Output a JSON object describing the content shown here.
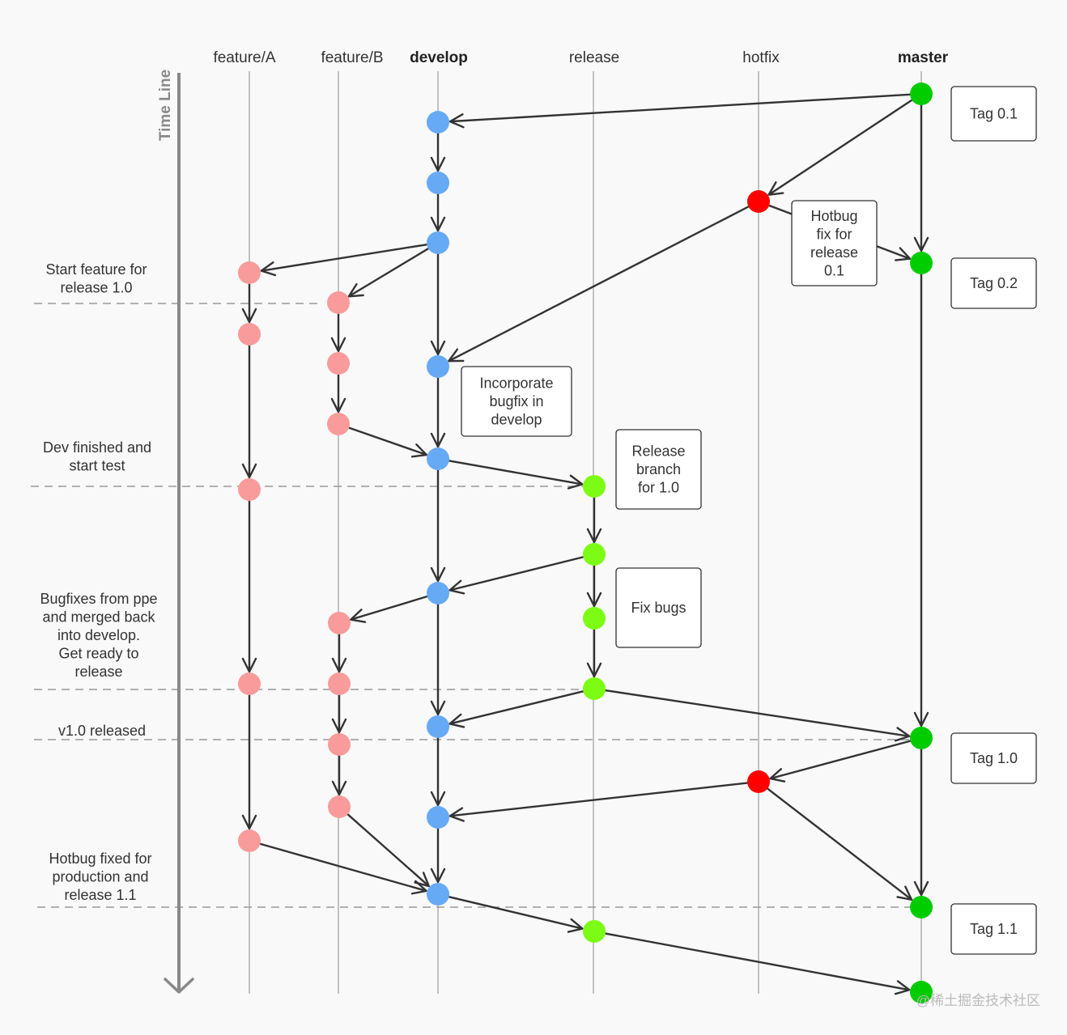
{
  "timeline_label": "Time Line",
  "lanes": [
    {
      "id": "featureA",
      "label": "feature/A",
      "bold": false
    },
    {
      "id": "featureB",
      "label": "feature/B",
      "bold": false
    },
    {
      "id": "develop",
      "label": "develop",
      "bold": true
    },
    {
      "id": "release",
      "label": "release",
      "bold": false
    },
    {
      "id": "hotfix",
      "label": "hotfix",
      "bold": false
    },
    {
      "id": "master",
      "label": "master",
      "bold": true
    }
  ],
  "colors": {
    "featureA": "#f99b9b",
    "featureB": "#f99b9b",
    "develop": "#66aaf5",
    "release": "#7cfc14",
    "hotfix": "#ff0000",
    "master": "#00cc00",
    "edge": "#333333",
    "lane_line": "#aaaaaa",
    "timeline": "#888888"
  },
  "side_notes": [
    {
      "lines": [
        "Start feature for",
        "release 1.0"
      ]
    },
    {
      "lines": [
        "Dev finished and",
        "start test"
      ]
    },
    {
      "lines": [
        "Bugfixes from ppe",
        "and merged back",
        "into develop.",
        "Get ready to",
        "release"
      ]
    },
    {
      "lines": [
        "v1.0 released"
      ]
    },
    {
      "lines": [
        "Hotbug fixed for",
        "production and",
        "release 1.1"
      ]
    }
  ],
  "boxes": [
    {
      "id": "tag01",
      "lines": [
        "Tag 0.1"
      ]
    },
    {
      "id": "tag02",
      "lines": [
        "Tag 0.2"
      ]
    },
    {
      "id": "hotbug",
      "lines": [
        "Hotbug",
        "fix for",
        "release",
        "0.1"
      ]
    },
    {
      "id": "incorporate",
      "lines": [
        "Incorporate",
        "bugfix in",
        "develop"
      ]
    },
    {
      "id": "releasebranch",
      "lines": [
        "Release",
        "branch",
        "for 1.0"
      ]
    },
    {
      "id": "fixbugs",
      "lines": [
        "Fix bugs"
      ]
    },
    {
      "id": "tag10",
      "lines": [
        "Tag 1.0"
      ]
    },
    {
      "id": "tag11",
      "lines": [
        "Tag 1.1"
      ]
    }
  ],
  "watermark": "@稀土掘金技术社区"
}
